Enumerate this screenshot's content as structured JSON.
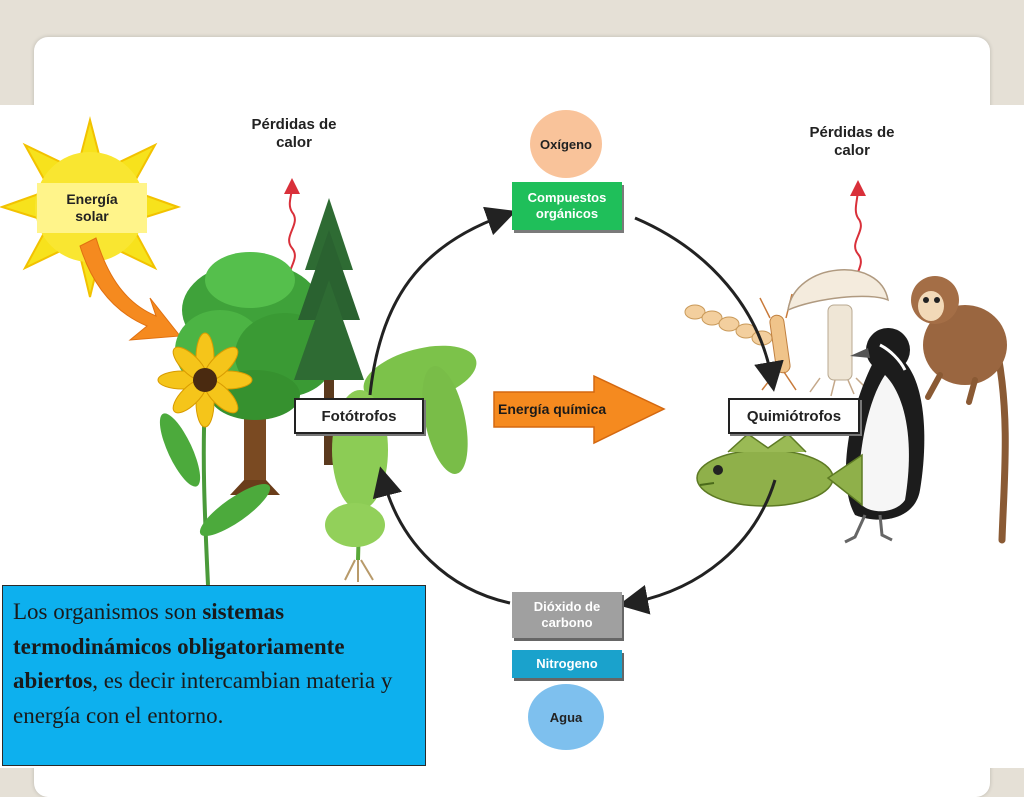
{
  "diagram": {
    "sun_label": "Energía\nsolar",
    "heat_loss_left": "Pérdidas de\ncalor",
    "heat_loss_right": "Pérdidas de\ncalor",
    "phototrophs": "Fotótrofos",
    "chemotrophs": "Quimiótrofos",
    "chemical_energy": "Energía química",
    "oxygen": "Oxígeno",
    "organic_compounds": "Compuestos\norgánicos",
    "carbon_dioxide": "Dióxido de\ncarbono",
    "nitrogen": "Nitrogeno",
    "water": "Agua"
  },
  "caption": {
    "part1": "Los organismos son ",
    "bold": "sistemas termodinámicos obligatoriamente abiertos",
    "part2": ", es decir intercambian materia y energía con el entorno."
  },
  "colors": {
    "sun": "#f7e21c",
    "sun_label_bg": "#fff48a",
    "arrow_orange": "#f58a1f",
    "oxygen_circle": "#f9c39a",
    "organic_box": "#1fbf5a",
    "co2_box": "#a0a0a0",
    "nitrogen_box": "#1aa2cc",
    "water_circle": "#7ec0ee",
    "caption_bg": "#0db0ee",
    "heat_wave": "#d9303a"
  }
}
